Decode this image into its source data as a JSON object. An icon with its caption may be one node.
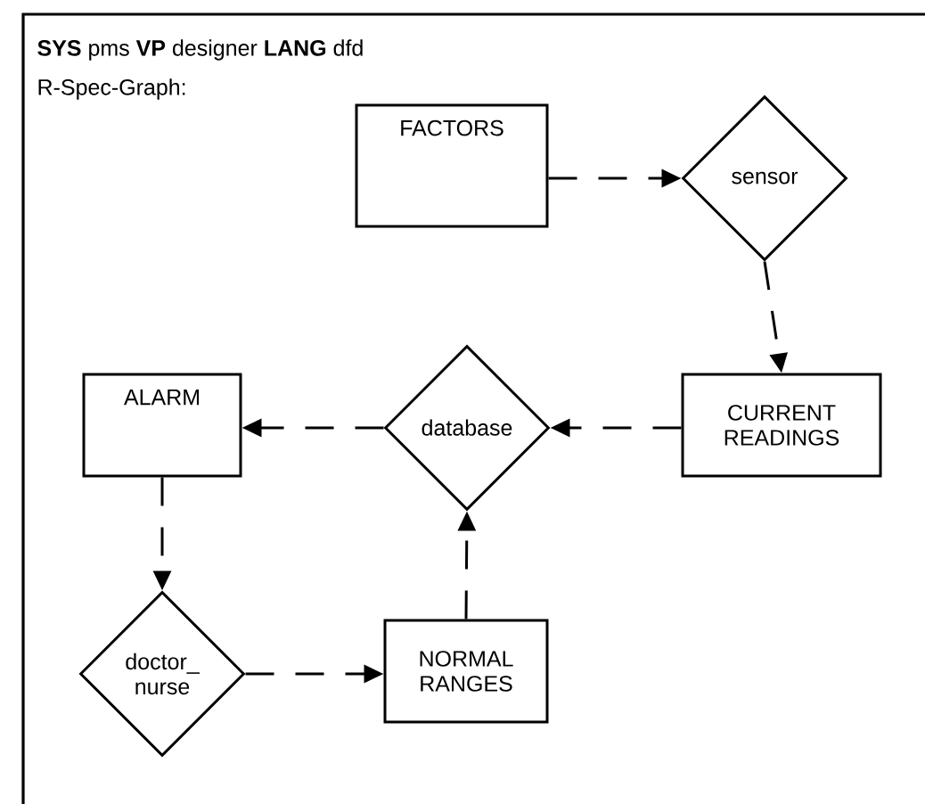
{
  "diagram": {
    "nodes": [
      {
        "text": [
          "FACTORS"
        ]
      },
      {
        "text": [
          "sensor"
        ]
      },
      {
        "text": [
          "CURRENT READINGS"
        ]
      },
      {
        "text": [
          "database"
        ]
      },
      {
        "text": [
          "ALARM"
        ]
      },
      {
        "text": [
          "doctor_ nurse"
        ]
      },
      {
        "text": [
          "NORMAL RANGES"
        ]
      }
    ],
    "edges": [
      {
        "from": 0,
        "to": 1,
        "arrow": "to",
        "style": "dashed"
      },
      {
        "from": 1,
        "to": 2,
        "arrow": "to",
        "style": "dashed"
      },
      {
        "from": 2,
        "to": 3,
        "arrow": "to",
        "style": "dashed"
      },
      {
        "from": 3,
        "to": 4,
        "arrow": "to",
        "style": "dashed"
      },
      {
        "from": 4,
        "to": 5,
        "arrow": "to",
        "style": "dashed"
      },
      {
        "from": 5,
        "to": 6,
        "arrow": "to",
        "style": "dashed"
      },
      {
        "from": 6,
        "to": 3,
        "arrow": "to",
        "style": "dashed"
      }
    ],
    "labels": [
      "**SYS** pms **VP** designer **LANG** dfd",
      "R-Spec-Graph:"
    ]
  }
}
